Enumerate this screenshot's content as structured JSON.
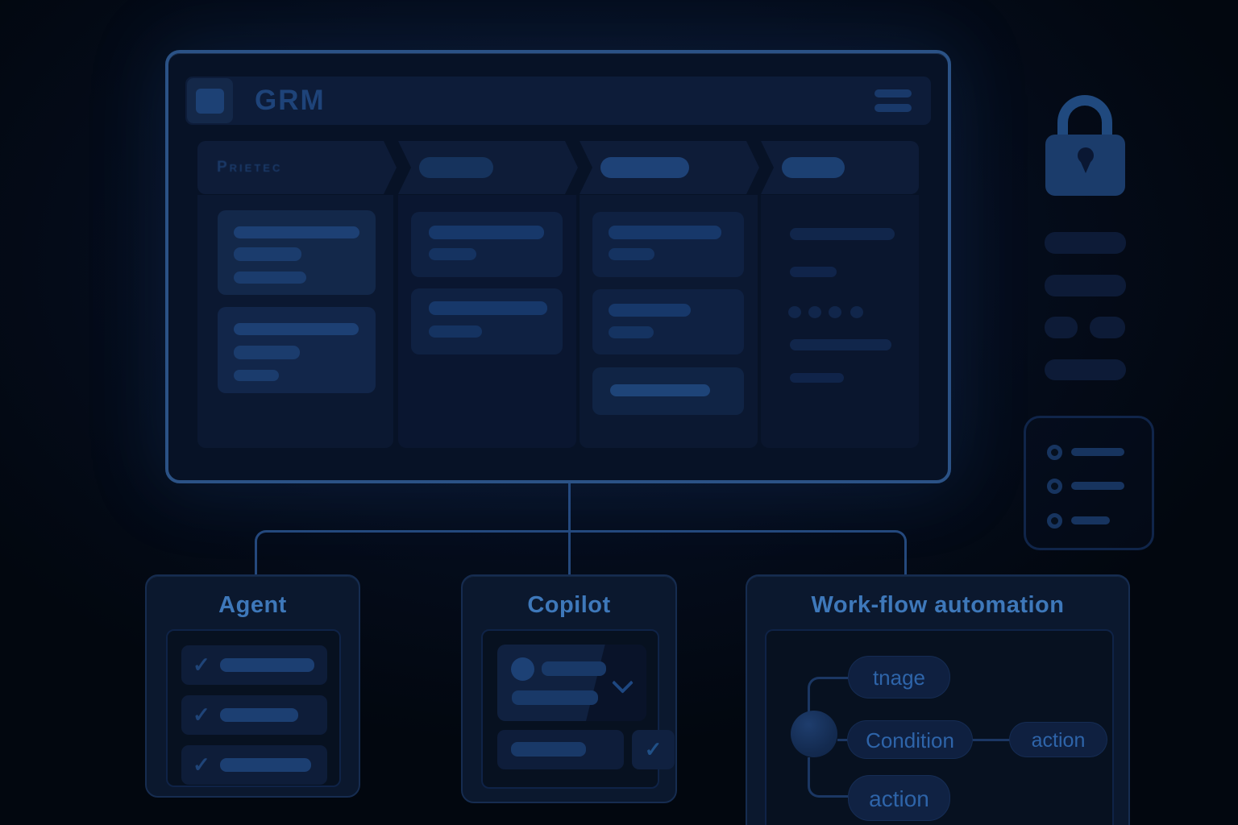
{
  "app": {
    "brand": "GRM",
    "menu_icon": "hamburger-icon"
  },
  "board": {
    "columns": [
      {
        "header_text": "Prietec",
        "cards": 2
      },
      {
        "header_text": "",
        "cards": 2
      },
      {
        "header_text": "",
        "cards": 3
      },
      {
        "header_text": "",
        "cards": 0
      }
    ]
  },
  "side": {
    "lock_icon": "padlock-icon",
    "text_bars": 4,
    "checklist_items": 3
  },
  "panels": {
    "agent": {
      "title": "Agent",
      "rows": 3,
      "check_glyph": "✓"
    },
    "copilot": {
      "title": "Copilot",
      "check_glyph": "✓"
    },
    "workflow": {
      "title": "Work-flow automation",
      "nodes": [
        {
          "label": "tnage"
        },
        {
          "label": "Condition"
        },
        {
          "label": "action"
        },
        {
          "label": "action"
        }
      ]
    }
  },
  "colors": {
    "background": "#040b19",
    "window_border": "#2b5286",
    "accent_text": "#3e78ba",
    "muted_text": "#1e4379",
    "bar_fill": "#1b3d6f",
    "card_fill": "#102140",
    "connector": "#25497d"
  }
}
